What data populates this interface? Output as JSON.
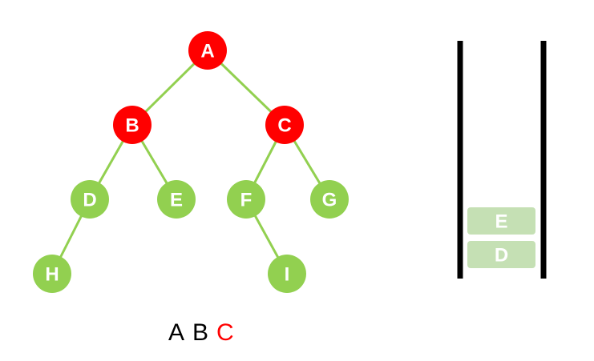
{
  "colors": {
    "visited": "#ff0000",
    "unvisited": "#92d050",
    "edge": "#92d050",
    "stack_wall": "#000000",
    "stack_slot": "#c5e0b4",
    "sequence_default": "#000000",
    "sequence_current": "#ff0000"
  },
  "tree": {
    "nodes": [
      {
        "id": "A",
        "label": "A",
        "state": "visited"
      },
      {
        "id": "B",
        "label": "B",
        "state": "visited"
      },
      {
        "id": "C",
        "label": "C",
        "state": "visited"
      },
      {
        "id": "D",
        "label": "D",
        "state": "unvisited"
      },
      {
        "id": "E",
        "label": "E",
        "state": "unvisited"
      },
      {
        "id": "F",
        "label": "F",
        "state": "unvisited"
      },
      {
        "id": "G",
        "label": "G",
        "state": "unvisited"
      },
      {
        "id": "H",
        "label": "H",
        "state": "unvisited"
      },
      {
        "id": "I",
        "label": "I",
        "state": "unvisited"
      }
    ],
    "edges": [
      {
        "from": "A",
        "to": "B"
      },
      {
        "from": "A",
        "to": "C"
      },
      {
        "from": "B",
        "to": "D"
      },
      {
        "from": "B",
        "to": "E"
      },
      {
        "from": "C",
        "to": "F"
      },
      {
        "from": "C",
        "to": "G"
      },
      {
        "from": "D",
        "to": "H"
      },
      {
        "from": "F",
        "to": "I"
      }
    ]
  },
  "stack": {
    "items_top_to_bottom": [
      "E",
      "D"
    ]
  },
  "sequence": [
    {
      "label": "A",
      "current": false
    },
    {
      "label": "B",
      "current": false
    },
    {
      "label": "C",
      "current": true
    }
  ]
}
